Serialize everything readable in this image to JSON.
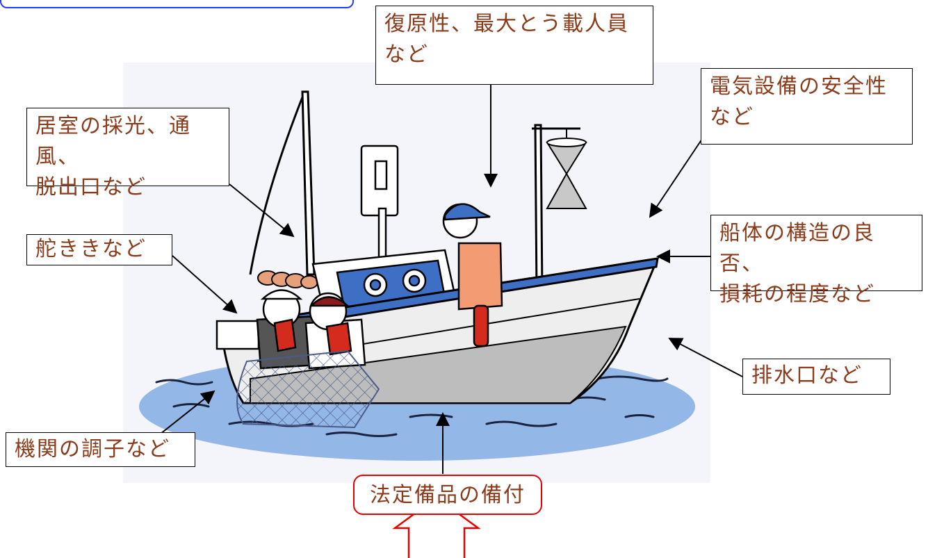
{
  "labels": {
    "stability": "復原性、最大とう載人員\nなど",
    "electric": "電気設備の安全性\nなど",
    "cabin": "居室の採光、通風、\n脱出口など",
    "rudder": "舵ききなど",
    "hull": "船体の構造の良否、\n損耗の程度など",
    "drain": "排水口など",
    "engine": "機関の調子など",
    "equipment": "法定備品の備付"
  },
  "colors": {
    "label_text": "#8b3a1a",
    "water": "#93b7e6",
    "hull_stripe": "#3d6fc4",
    "callout_red": "#e60000",
    "top_bar": "#1f3cff"
  }
}
